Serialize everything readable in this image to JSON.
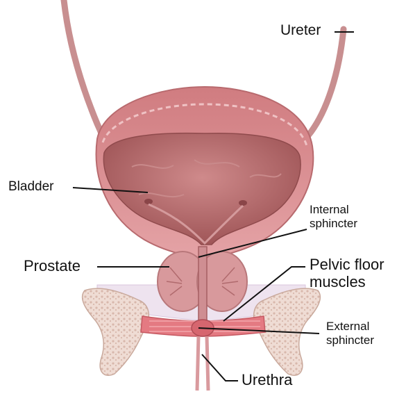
{
  "labels": {
    "ureter": "Ureter",
    "bladder": "Bladder",
    "internal_sphincter": [
      "Internal",
      "sphincter"
    ],
    "prostate": "Prostate",
    "pelvic_floor": [
      "Pelvic floor",
      "muscles"
    ],
    "external_sphincter": [
      "External",
      "sphincter"
    ],
    "urethra": "Urethra"
  },
  "colors": {
    "bladder_outer": "#d98d8f",
    "bladder_wall": "#e8aeb0",
    "bladder_lumen": "#b76b6d",
    "bone": "#ecd7cf",
    "pelvic_floor_band": "#e07077",
    "leader_line": "#111111"
  }
}
